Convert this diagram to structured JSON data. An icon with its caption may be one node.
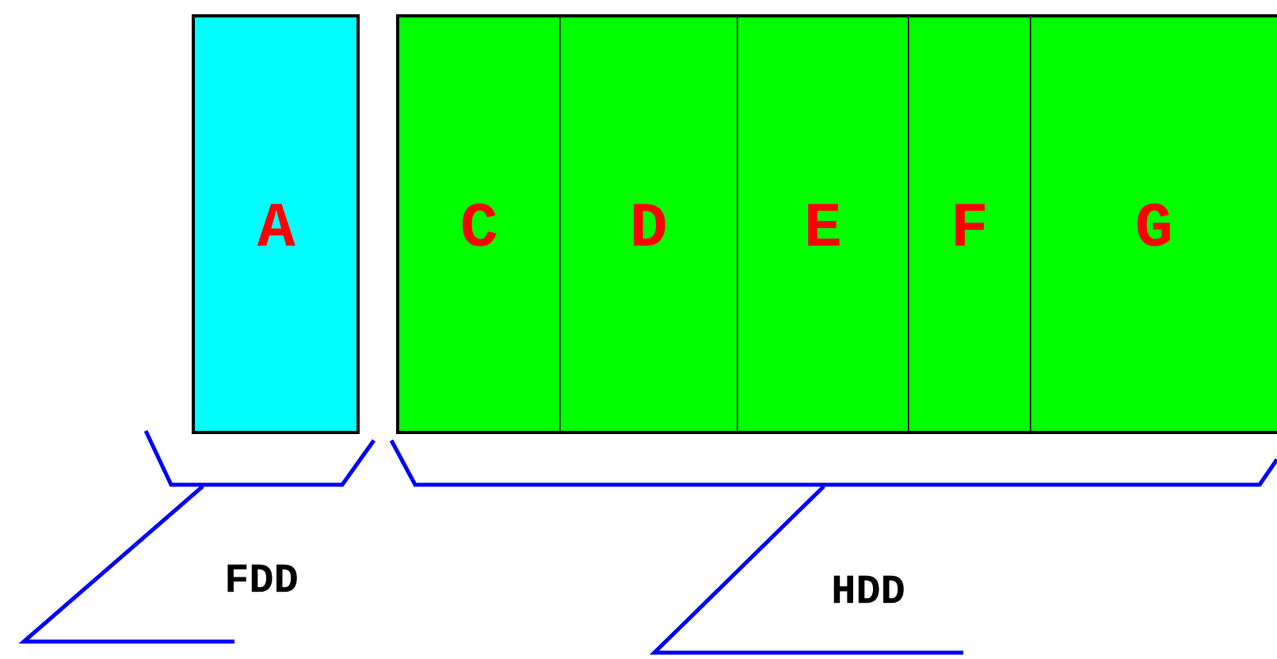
{
  "diagram": {
    "nodes": [
      {
        "text": [
          "A"
        ]
      },
      {
        "text": [
          "C"
        ]
      },
      {
        "text": [
          "D"
        ]
      },
      {
        "text": [
          "E"
        ]
      },
      {
        "text": [
          "F"
        ]
      },
      {
        "text": [
          "G"
        ]
      }
    ],
    "labels": [
      "FDD",
      "HDD"
    ]
  }
}
